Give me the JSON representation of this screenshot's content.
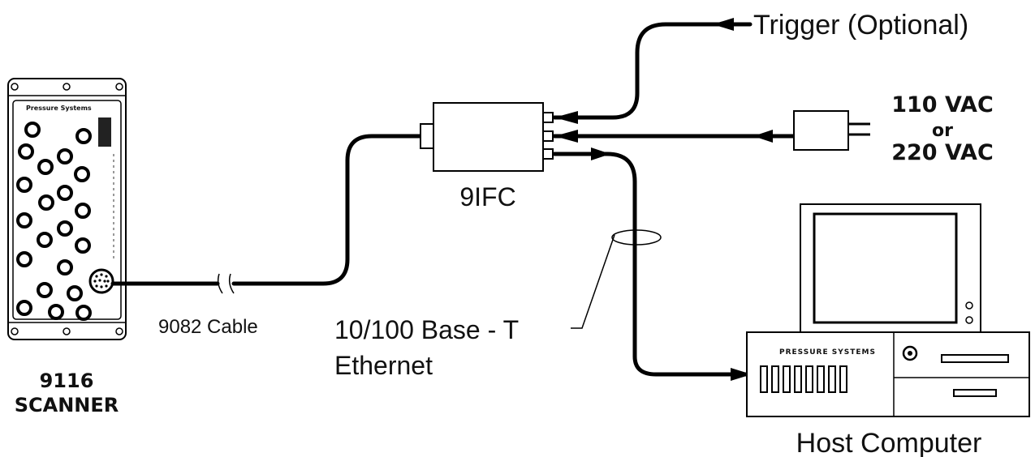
{
  "diagram": {
    "labels": {
      "trigger": "Trigger (Optional)",
      "ac_line1": "110 VAC",
      "ac_line2": "or",
      "ac_line3": "220 VAC",
      "ifc": "9IFC",
      "cable": "9082 Cable",
      "ethernet_line1": "10/100 Base - T",
      "ethernet_line2": "Ethernet",
      "scanner_line1": "9116",
      "scanner_line2": "SCANNER",
      "host": "Host Computer"
    },
    "device_markings": {
      "scanner_brand": "Pressure Systems",
      "pc_brand": "PRESSURE SYSTEMS"
    },
    "icons": [
      "scanner-module-icon",
      "interface-box-icon",
      "power-adapter-icon",
      "monitor-icon",
      "computer-case-icon"
    ]
  }
}
